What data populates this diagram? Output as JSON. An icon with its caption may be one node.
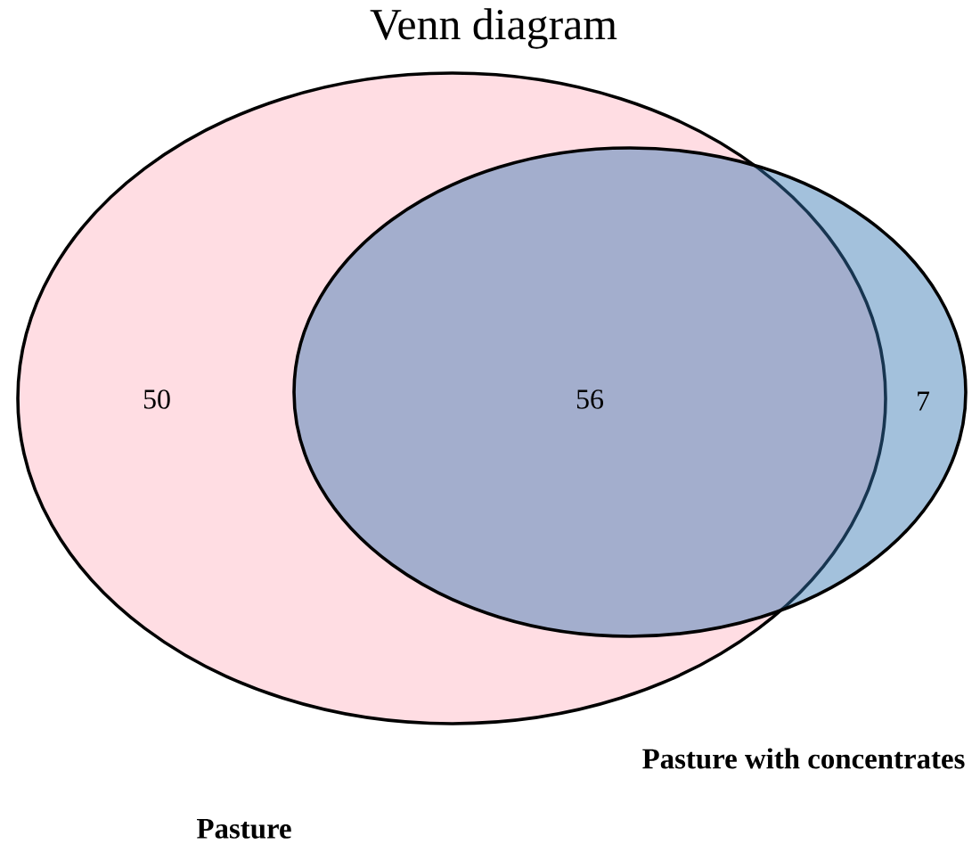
{
  "diagram": {
    "title": "Venn diagram",
    "nodes": [
      {
        "text": [],
        "shape": "ellipse"
      },
      {
        "text": [],
        "shape": "ellipse"
      }
    ],
    "labels": [
      "50",
      "56",
      "7",
      "Pasture with concentrates",
      "Pasture"
    ]
  }
}
